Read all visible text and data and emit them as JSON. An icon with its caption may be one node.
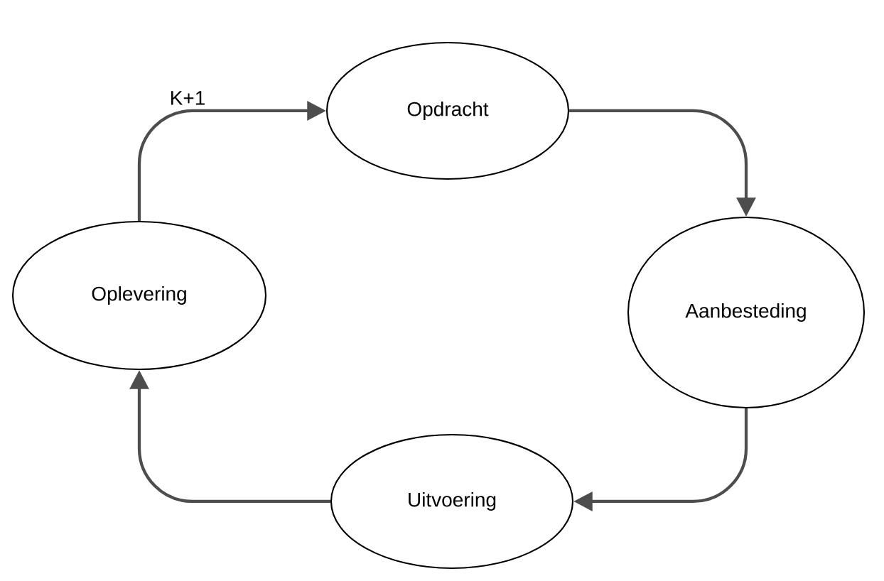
{
  "diagram": {
    "nodes": [
      {
        "text": [
          "Opdracht"
        ]
      },
      {
        "text": [
          "Aanbesteding"
        ]
      },
      {
        "text": [
          "Uitvoering"
        ]
      },
      {
        "text": [
          "Oplevering"
        ]
      }
    ],
    "edges": [
      {
        "from": 0,
        "to": 1,
        "arrow": "to"
      },
      {
        "from": 1,
        "to": 2,
        "arrow": "to"
      },
      {
        "from": 2,
        "to": 3,
        "arrow": "to"
      },
      {
        "from": 3,
        "to": 0,
        "arrow": "to",
        "label": "K+1"
      }
    ]
  }
}
